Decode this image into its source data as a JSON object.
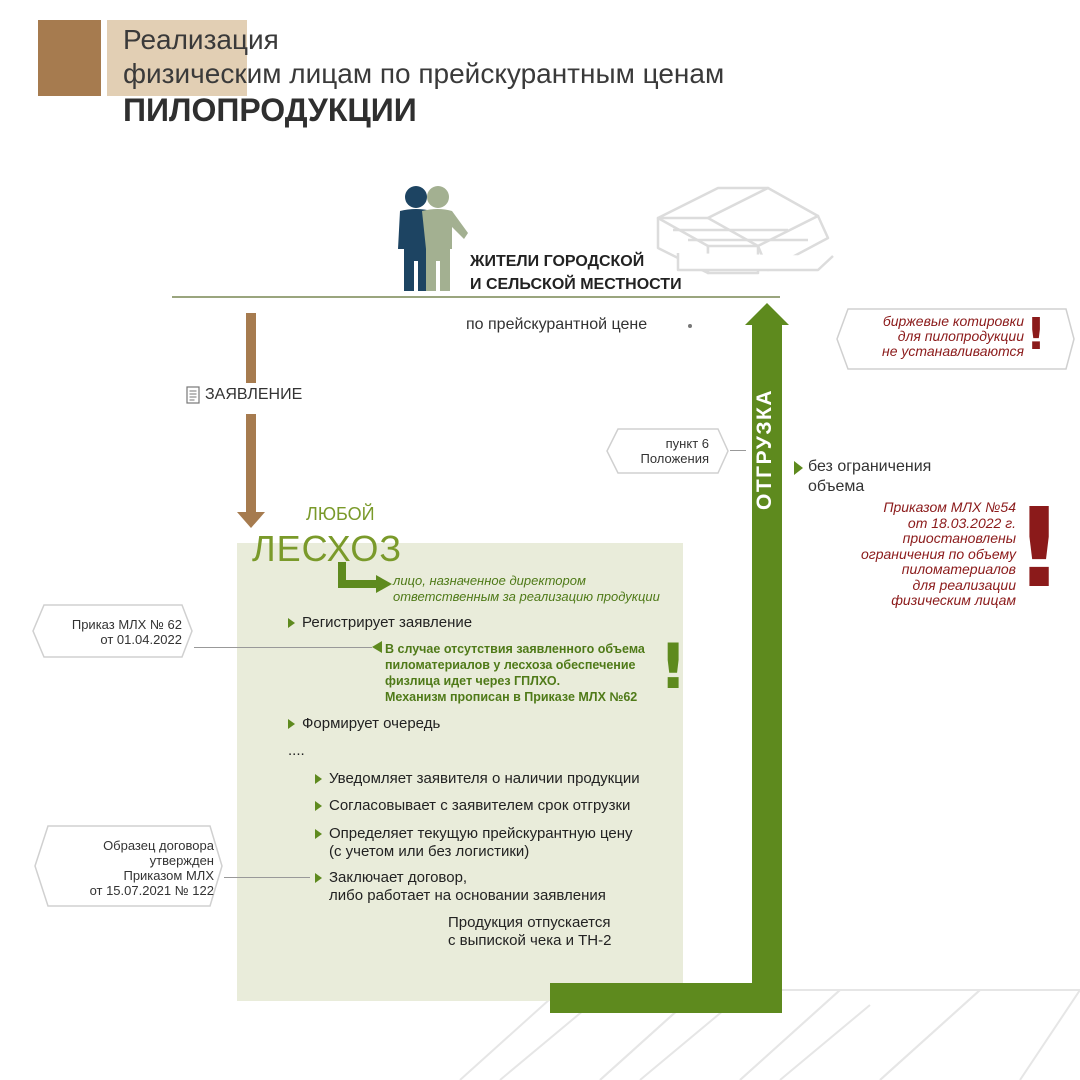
{
  "header": {
    "line1": "Реализация",
    "line2": "физическим лицам по прейскурантным ценам",
    "line3": "ПИЛОПРОДУКЦИИ"
  },
  "residents": {
    "line1": "ЖИТЕЛИ ГОРОДСКОЙ",
    "line2": "И СЕЛЬСКОЙ МЕСТНОСТИ"
  },
  "price_label": "по прейскурантной цене",
  "application_label": "ЗАЯВЛЕНИЕ",
  "shipment_label": "ОТГРУЗКА",
  "exchange_note": {
    "line1": "биржевые котировки",
    "line2": "для пилопродукции",
    "line3": "не устанавливаются",
    "mark": "!"
  },
  "clause_box": {
    "line1": "пункт 6",
    "line2": "Положения"
  },
  "no_limit": {
    "line1": "без ограничения",
    "line2": "объема"
  },
  "order54_note": {
    "lines": [
      "Приказом МЛХ №54",
      "от 18.03.2022 г.",
      "приостановлены",
      "ограничения по объему",
      "пиломатериалов",
      "для реализации",
      "физическим лицам"
    ],
    "mark": "!"
  },
  "forestry": {
    "any": "ЛЮБОЙ",
    "name": "ЛЕСХОЗ"
  },
  "responsible": {
    "line1": "лицо, назначенное директором",
    "line2": "ответственным за реализацию продукции"
  },
  "order62_box": {
    "line1": "Приказ МЛХ № 62",
    "line2": "от 01.04.2022"
  },
  "steps": {
    "register": "Регистрирует заявление",
    "queue": "Формирует очередь",
    "dots": "....",
    "notify": "Уведомляет заявителя о наличии продукции",
    "agree": "Согласовывает с заявителем срок отгрузки",
    "price_line1": "Определяет текущую прейскурантную цену",
    "price_line2": "(с учетом или без логистики)",
    "contract_line1": "Заключает договор,",
    "contract_line2": "либо работает на основании заявления",
    "release_line1": "Продукция отпускается",
    "release_line2": "с выпиской чека и ТН-2"
  },
  "warning": {
    "lines": [
      "В случае отсутствия заявленного объема",
      "пиломатериалов у лесхоза обеспечение",
      "физлица идет через ГПЛХО.",
      "Механизм прописан в Приказе МЛХ №62"
    ],
    "mark": "!"
  },
  "contract_box": {
    "lines": [
      "Образец договора",
      "утвержден",
      "Приказом МЛХ",
      "от 15.07.2021 № 122"
    ]
  },
  "colors": {
    "brown": "#a67b4f",
    "tan": "#e2cfb4",
    "green_dark": "#5e8a1e",
    "green_text": "#7a9a2a",
    "panel": "#e9ecda",
    "red": "#8b1a1a"
  }
}
